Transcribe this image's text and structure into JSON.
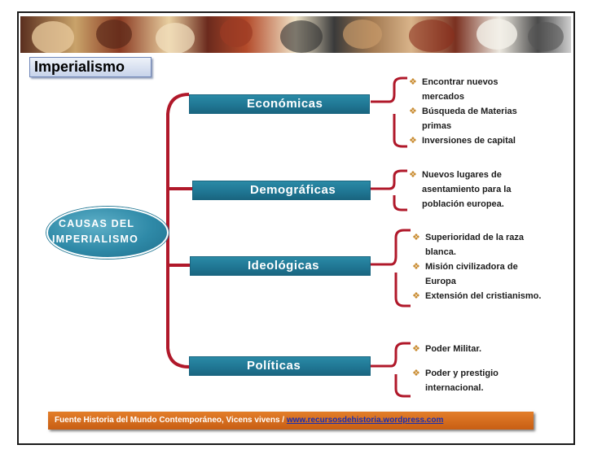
{
  "title": "Imperialismo",
  "center_label": [
    "CAUSAS DEL",
    "IMPERIALISMO"
  ],
  "categories": [
    {
      "label": "Económicas",
      "items": [
        [
          "Encontrar nuevos",
          "mercados"
        ],
        [
          "Búsqueda de Materias",
          "primas"
        ],
        [
          "Inversiones de capital"
        ]
      ]
    },
    {
      "label": "Demográficas",
      "items": [
        [
          "Nuevos lugares de",
          "asentamiento para la",
          "población europea."
        ]
      ]
    },
    {
      "label": "Ideológicas",
      "items": [
        [
          "Superioridad de la raza",
          "blanca."
        ],
        [
          "Misión civilizadora de",
          "Europa"
        ],
        [
          "Extensión del cristianismo."
        ]
      ]
    },
    {
      "label": "Políticas",
      "items": [
        [
          "Poder Militar."
        ],
        [
          "Poder y prestigio",
          "internacional."
        ]
      ]
    }
  ],
  "footer": {
    "source_text": "Fuente Historia  del Mundo Contemporáneo, Vicens vivens / ",
    "link_text": "www.recursosdehistoria.wordpress.com"
  },
  "colors": {
    "category_fill": "#1f7592",
    "bracket": "#b0182a",
    "bullet": "#c88a2e",
    "footer": "#d96d1e",
    "link": "#1a2fb0"
  },
  "icons": {
    "bullet": "diamond-bullet-icon"
  }
}
